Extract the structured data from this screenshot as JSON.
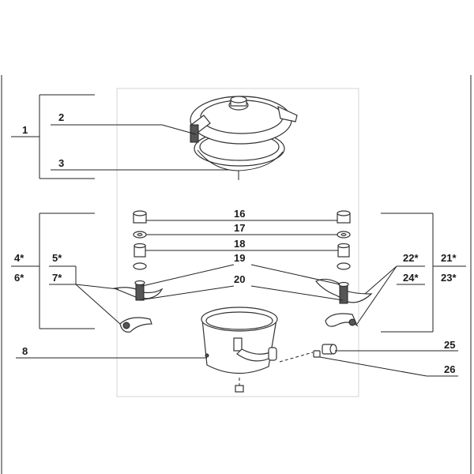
{
  "callouts": {
    "c1": "1",
    "c2": "2",
    "c3": "3",
    "c4": "4*",
    "c5": "5*",
    "c6": "6*",
    "c7": "7*",
    "c8": "8",
    "c16": "16",
    "c17": "17",
    "c18": "18",
    "c19": "19",
    "c20": "20",
    "c21": "21*",
    "c22": "22*",
    "c23": "23*",
    "c24": "24*",
    "c25": "25",
    "c26": "26"
  },
  "parts": {
    "lid": "lid-assembly-icon",
    "bowl": "bowl-icon",
    "bushing": "bushing-icon",
    "washer": "washer-icon",
    "spacer": "spacer-icon",
    "blade": "blade-icon",
    "knob": "knob-icon"
  },
  "colors": {
    "line": "#222222",
    "background": "#ffffff",
    "frame": "#cccccc"
  }
}
